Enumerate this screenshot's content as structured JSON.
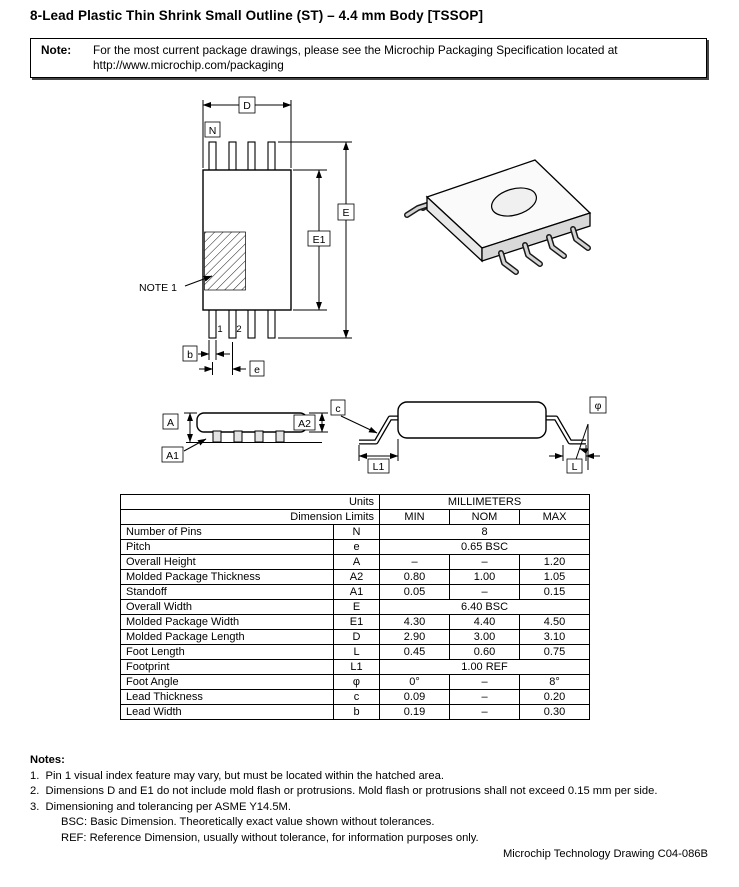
{
  "title": "8-Lead Plastic Thin Shrink Small Outline (ST) – 4.4 mm Body [TSSOP]",
  "note_box": {
    "label": "Note:",
    "line1": "For the most current package drawings, please see the Microchip Packaging Specification located at",
    "line2": "http://www.microchip.com/packaging"
  },
  "diagram": {
    "top": {
      "d": "D",
      "n": "N",
      "overall_e": "E",
      "e1": "E1",
      "note1": "NOTE 1",
      "pin1": "1",
      "pin2": "2",
      "b": "b",
      "pitch": "e"
    },
    "end": {
      "a": "A",
      "a1": "A1",
      "a2": "A2"
    },
    "side": {
      "c": "c",
      "phi": "φ",
      "l": "L",
      "l1": "L1"
    }
  },
  "table": {
    "units_label": "Units",
    "units_value": "MILLIMETERS",
    "limits_label": "Dimension Limits",
    "min": "MIN",
    "nom": "NOM",
    "max": "MAX",
    "rows": [
      {
        "name": "Number of Pins",
        "sym": "N",
        "value": "8"
      },
      {
        "name": "Pitch",
        "sym": "e",
        "value": "0.65 BSC"
      },
      {
        "name": "Overall Height",
        "sym": "A",
        "min": "–",
        "nom": "–",
        "max": "1.20"
      },
      {
        "name": "Molded Package Thickness",
        "sym": "A2",
        "min": "0.80",
        "nom": "1.00",
        "max": "1.05"
      },
      {
        "name": "Standoff",
        "sym": "A1",
        "min": "0.05",
        "nom": "–",
        "max": "0.15"
      },
      {
        "name": "Overall Width",
        "sym": "E",
        "value": "6.40 BSC"
      },
      {
        "name": "Molded Package Width",
        "sym": "E1",
        "min": "4.30",
        "nom": "4.40",
        "max": "4.50"
      },
      {
        "name": "Molded Package Length",
        "sym": "D",
        "min": "2.90",
        "nom": "3.00",
        "max": "3.10"
      },
      {
        "name": "Foot Length",
        "sym": "L",
        "min": "0.45",
        "nom": "0.60",
        "max": "0.75"
      },
      {
        "name": "Footprint",
        "sym": "L1",
        "value": "1.00 REF"
      },
      {
        "name": "Foot Angle",
        "sym": "φ",
        "min": "0°",
        "nom": "–",
        "max": "8°"
      },
      {
        "name": "Lead Thickness",
        "sym": "c",
        "min": "0.09",
        "nom": "–",
        "max": "0.20"
      },
      {
        "name": "Lead Width",
        "sym": "b",
        "min": "0.19",
        "nom": "–",
        "max": "0.30"
      }
    ]
  },
  "notes": {
    "heading": "Notes:",
    "items": [
      "1.  Pin 1 visual index feature may vary, but must be located within the hatched area.",
      "2.  Dimensions D and E1 do not include mold flash or protrusions. Mold flash or protrusions shall not exceed 0.15 mm per side.",
      "3.  Dimensioning and tolerancing per ASME Y14.5M."
    ],
    "definitions": [
      "BSC: Basic Dimension. Theoretically exact value shown without tolerances.",
      "REF: Reference Dimension, usually without tolerance, for information purposes only."
    ]
  },
  "footer": "Microchip Technology Drawing C04-086B"
}
